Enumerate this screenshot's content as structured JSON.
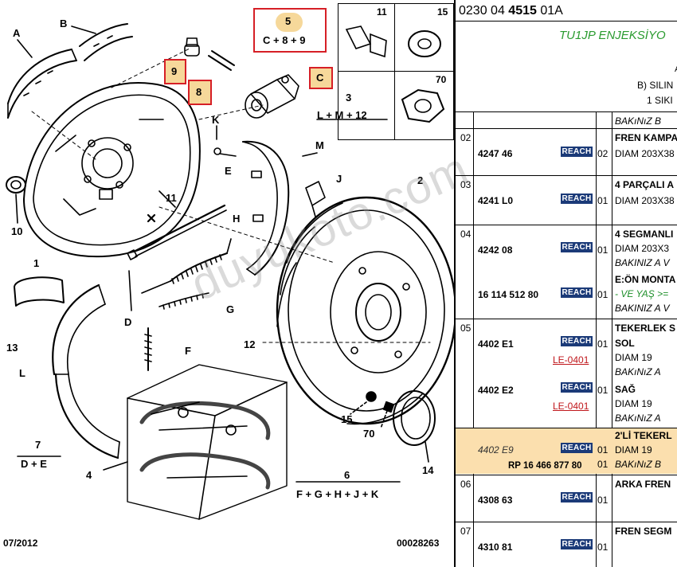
{
  "diagram": {
    "callouts": {
      "A": "A",
      "B": "B",
      "C": "C",
      "D": "D",
      "E": "E",
      "F": "F",
      "G": "G",
      "H": "H",
      "J": "J",
      "K": "K",
      "L": "L",
      "M": "M",
      "n1": "1",
      "n2": "2",
      "n4": "4",
      "n8": "8",
      "n9": "9",
      "n10": "10",
      "n11": "11",
      "n12": "12",
      "n13": "13",
      "n14": "14",
      "n15": "15",
      "n70": "70"
    },
    "groups": {
      "g5_num": "5",
      "g5_formula": "C + 8 + 9",
      "g3_num": "3",
      "g3_formula": "L + M + 12",
      "g6_num": "6",
      "g6_formula": "F + G + H + J + K",
      "g7_num": "7",
      "g7_formula": "D + E"
    },
    "inset": {
      "n11": "11",
      "n15": "15",
      "n70": "70"
    },
    "date": "07/2012",
    "drawing_id": "00028263",
    "watermark": "duyukoto.com",
    "highlight_color": "#f6d89a",
    "frame_color": "#d61f26"
  },
  "parts": {
    "ref_prefix": "0230 04",
    "ref_bold": "4515",
    "ref_suffix": "01A",
    "title": "TU1JP ENJEKSİYO",
    "title_a": "A",
    "title_sub1": "B) SILIN",
    "title_sub2": "1 SIKI",
    "header_note": "BAKıNıZ B",
    "reach_label": "REACH",
    "rows": {
      "r02": {
        "num": "02",
        "pn": "4247 46",
        "qty": "02",
        "desc1": "FREN KAMPA",
        "desc2": "DIAM 203X38"
      },
      "r03": {
        "num": "03",
        "pn": "4241 L0",
        "qty": "01",
        "desc1": "4 PARÇALI A",
        "desc2": "DIAM 203X38"
      },
      "r04": {
        "num": "04",
        "pn": "4242 08",
        "qty": "01",
        "desc1": "4 SEGMANLI",
        "desc2": "DIAM 203X3",
        "desc3": "BAKINIZ A V",
        "pn2": "16 114 512 80",
        "qty2": "01",
        "desc4": "E:ÖN MONTA",
        "desc5": "- VE YAŞ >=",
        "desc6": "BAKINIZ A V"
      },
      "r05": {
        "num": "05",
        "pn": "4402 E1",
        "le": "LE-0401",
        "qty": "01",
        "desc1": "TEKERLEK S",
        "desc2": "SOL",
        "desc3": "DIAM 19",
        "desc4": "BAKıNıZ A",
        "pn2": "4402 E2",
        "le2": "LE-0401",
        "qty2": "01",
        "desc5": "SAĞ",
        "desc6": "DIAM 19",
        "desc7": "BAKıNıZ A",
        "pn3": "4402 E9",
        "pn3_ref": "RP 16 466 877 80",
        "qty3": "01",
        "qty3b": "01",
        "desc8": "2'Lİ TEKERL",
        "desc9": "DIAM 19",
        "desc10": "BAKıNıZ B"
      },
      "r06": {
        "num": "06",
        "pn": "4308 63",
        "qty": "01",
        "desc1": "ARKA FREN"
      },
      "r07": {
        "num": "07",
        "pn": "4310 81",
        "qty": "01",
        "desc1": "FREN SEGM"
      }
    },
    "highlight_row_color": "#fbdfae",
    "reach_color": "#1b3a78",
    "le_color": "#c0171c",
    "title_color": "#2a9b2f"
  }
}
